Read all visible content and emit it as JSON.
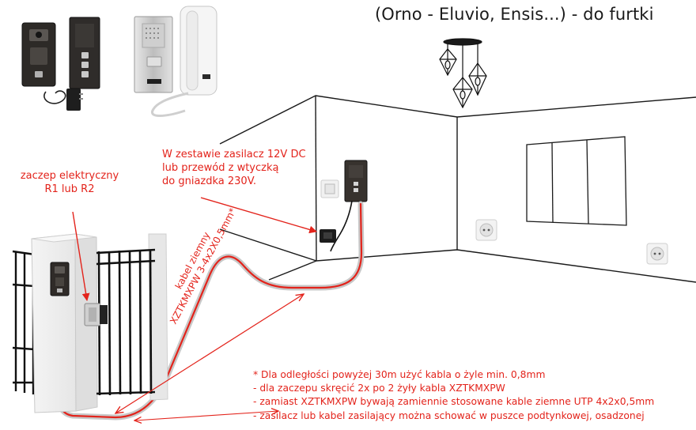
{
  "title": "(Orno - Eluvio, Ensis...) - do furtki",
  "labels": {
    "lock_line1": "zaczep elektryczny",
    "lock_line2": "R1 lub R2",
    "psu_line1": "W zestawie zasilacz 12V DC",
    "psu_line2": "lub przewód z wtyczką",
    "psu_line3": "do gniazdka 230V.",
    "cable_line1": "kabel ziemny",
    "cable_line2": "XZTKMXPW 3-4x2X0,5mm*"
  },
  "notes": [
    "* Dla odległości powyżej 30m użyć kabla o żyle min. 0,8mm",
    "- dla zaczepu skręcić 2x po 2 żyły kabla XZTKMXPW",
    "- zamiast XZTKMXPW bywają zamiennie stosowane kable ziemne UTP 4x2x0,5mm",
    "- zasilacz lub kabel zasilający można schować w puszce podtynkowej, osadzonej"
  ],
  "colors": {
    "annotation": "#e3231b",
    "cable": "#c8c8c8",
    "wire": "#e3231b",
    "outline": "#111111",
    "panel_dark": "#3a3530"
  }
}
